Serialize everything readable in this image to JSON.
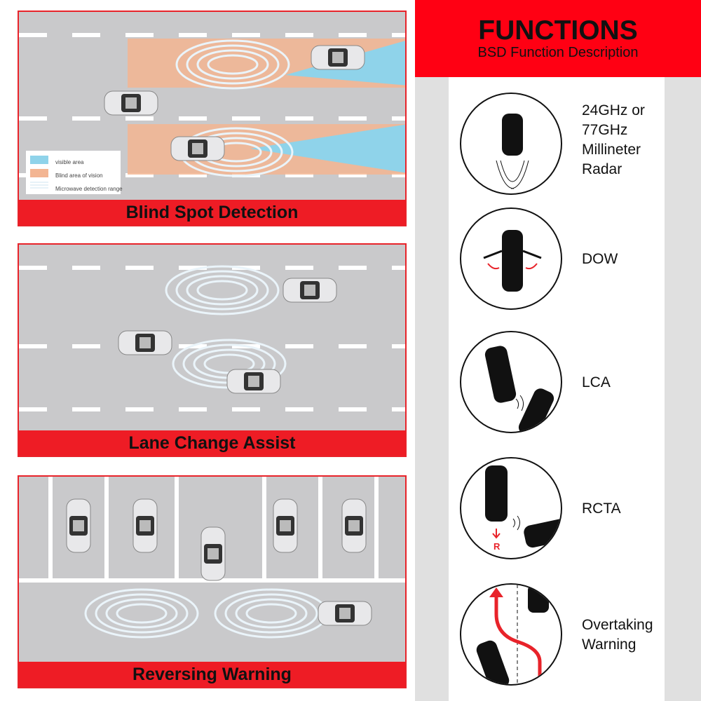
{
  "panels": [
    {
      "title": "Blind Spot Detection",
      "legend": [
        "visible area",
        "Blind area of vision",
        "Microwave detection range"
      ]
    },
    {
      "title": "Lane Change Assist"
    },
    {
      "title": "Reversing Warning"
    }
  ],
  "header": {
    "title": "FUNCTIONS",
    "subtitle": "BSD Function Description"
  },
  "functions": [
    {
      "lines": [
        "24GHz or",
        "77GHz",
        "Millineter",
        "Radar"
      ]
    },
    {
      "lines": [
        "DOW"
      ]
    },
    {
      "lines": [
        "LCA"
      ]
    },
    {
      "lines": [
        "RCTA"
      ],
      "marker": "R"
    },
    {
      "lines": [
        "Overtaking",
        "Warning"
      ]
    }
  ],
  "colors": {
    "accent": "#ee1c25",
    "road": "#c9c9cb",
    "visible": "#8fd3ea",
    "blind": "#f3b592"
  }
}
